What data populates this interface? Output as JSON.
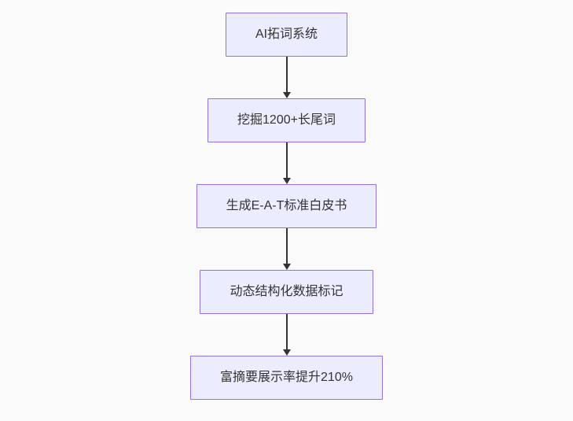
{
  "diagram": {
    "type": "flowchart",
    "direction": "top-down",
    "nodes": [
      {
        "id": "step-1",
        "label": "AI拓词系统"
      },
      {
        "id": "step-2",
        "label": "挖掘1200+长尾词"
      },
      {
        "id": "step-3",
        "label": "生成E-A-T标准白皮书"
      },
      {
        "id": "step-4",
        "label": "动态结构化数据标记"
      },
      {
        "id": "step-5",
        "label": "富摘要展示率提升210%"
      }
    ],
    "edges": [
      {
        "from": "AI拓词系统",
        "to": "挖掘1200+长尾词"
      },
      {
        "from": "挖掘1200+长尾词",
        "to": "生成E-A-T标准白皮书"
      },
      {
        "from": "生成E-A-T标准白皮书",
        "to": "动态结构化数据标记"
      },
      {
        "from": "动态结构化数据标记",
        "to": "富摘要展示率提升210%"
      }
    ],
    "colors": {
      "node_fill": "#ECECFF",
      "node_border": "#9370DB",
      "node_text": "#333333",
      "arrow": "#333333",
      "background": "#fafafa"
    }
  }
}
